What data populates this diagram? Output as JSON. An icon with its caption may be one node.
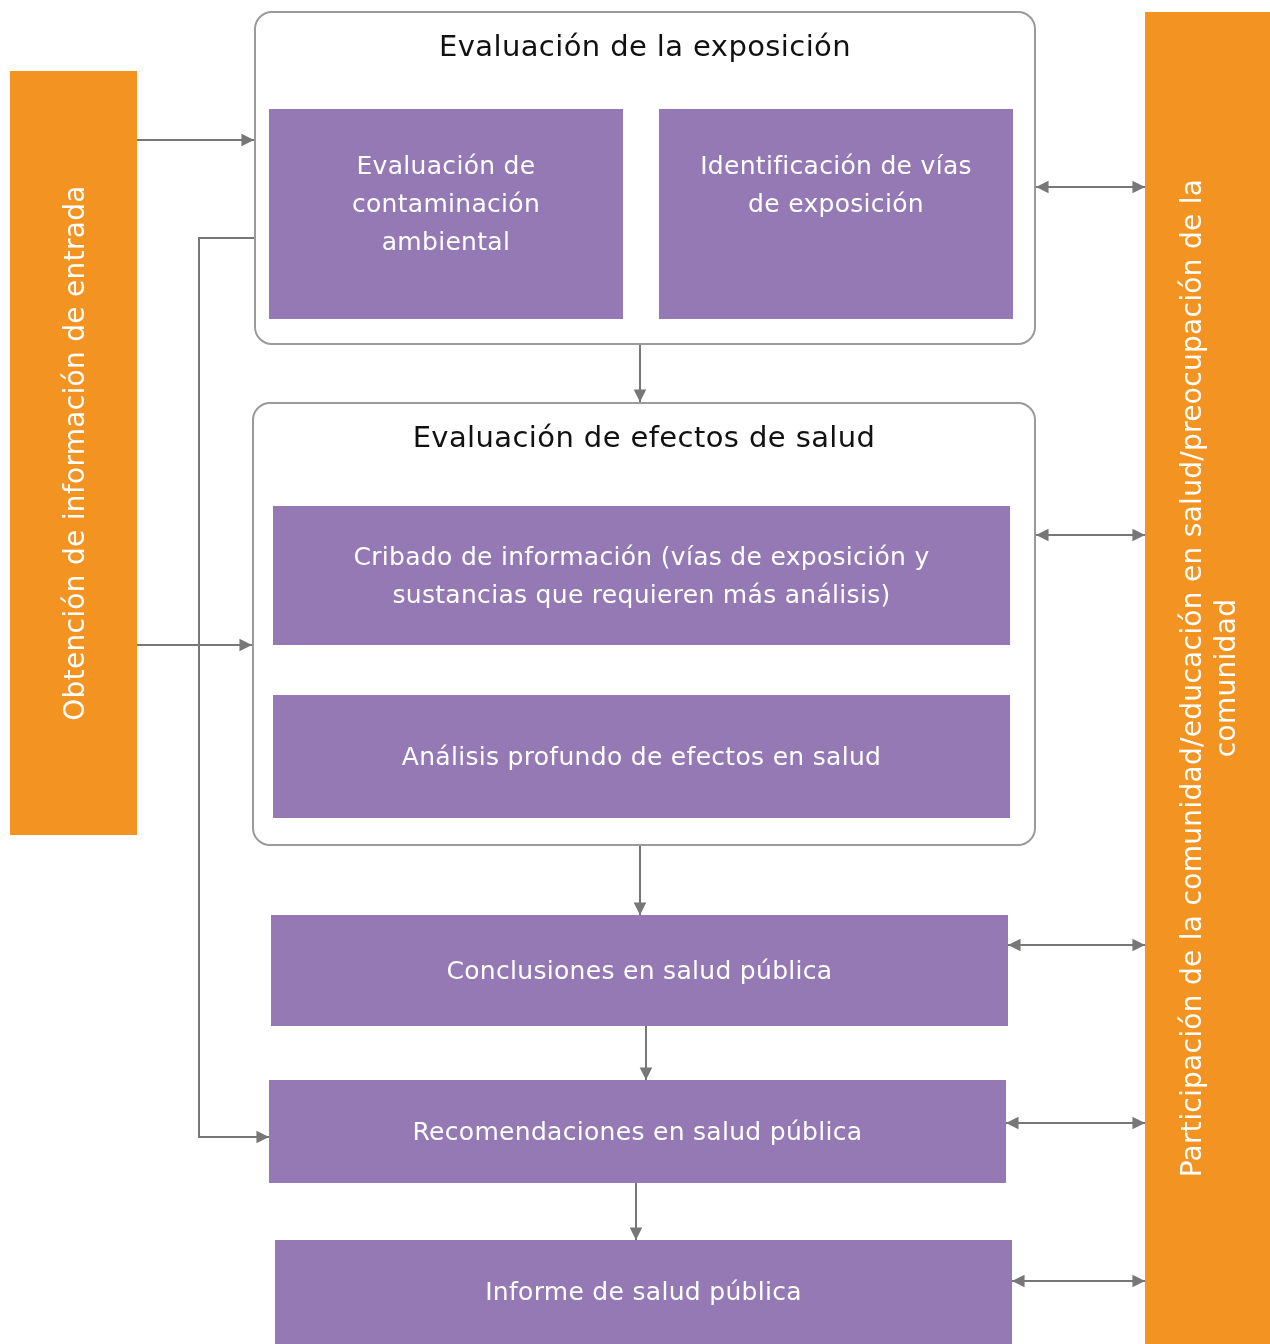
{
  "diagram": {
    "nodes": [
      {
        "text": [
          "Obtención de información de entrada"
        ]
      },
      {
        "text": [
          "Evaluación de la exposición"
        ]
      },
      {
        "text": [
          "Evaluación de contaminación ambiental"
        ],
        "in": 1
      },
      {
        "text": [
          "Identificación de vías de exposición"
        ],
        "in": 1
      },
      {
        "text": [
          "Evaluación de efectos de salud"
        ]
      },
      {
        "text": [
          "Cribado de información (vías de exposición y sustancias que requieren más análisis)"
        ],
        "in": 4
      },
      {
        "text": [
          "Análisis profundo de efectos en salud"
        ],
        "in": 4
      },
      {
        "text": [
          "Conclusiones en salud pública"
        ]
      },
      {
        "text": [
          "Recomendaciones en salud pública"
        ]
      },
      {
        "text": [
          "Informe de salud pública"
        ]
      },
      {
        "text": [
          "Participación de la comunidad/educación en salud/preocupación de la comunidad"
        ]
      }
    ],
    "edges": [
      {
        "from": 0,
        "to": 1,
        "arrow": "to"
      },
      {
        "from": 0,
        "to": 4,
        "arrow": "to"
      },
      {
        "from": 1,
        "to": 8,
        "arrow": "to"
      },
      {
        "from": 1,
        "to": 4,
        "arrow": "to"
      },
      {
        "from": 4,
        "to": 7,
        "arrow": "to"
      },
      {
        "from": 7,
        "to": 8,
        "arrow": "to"
      },
      {
        "from": 8,
        "to": 9,
        "arrow": "to"
      },
      {
        "from": 1,
        "to": 10,
        "arrow": "both"
      },
      {
        "from": 4,
        "to": 10,
        "arrow": "both"
      },
      {
        "from": 7,
        "to": 10,
        "arrow": "both"
      },
      {
        "from": 8,
        "to": 10,
        "arrow": "both"
      },
      {
        "from": 9,
        "to": 10,
        "arrow": "both"
      }
    ]
  }
}
